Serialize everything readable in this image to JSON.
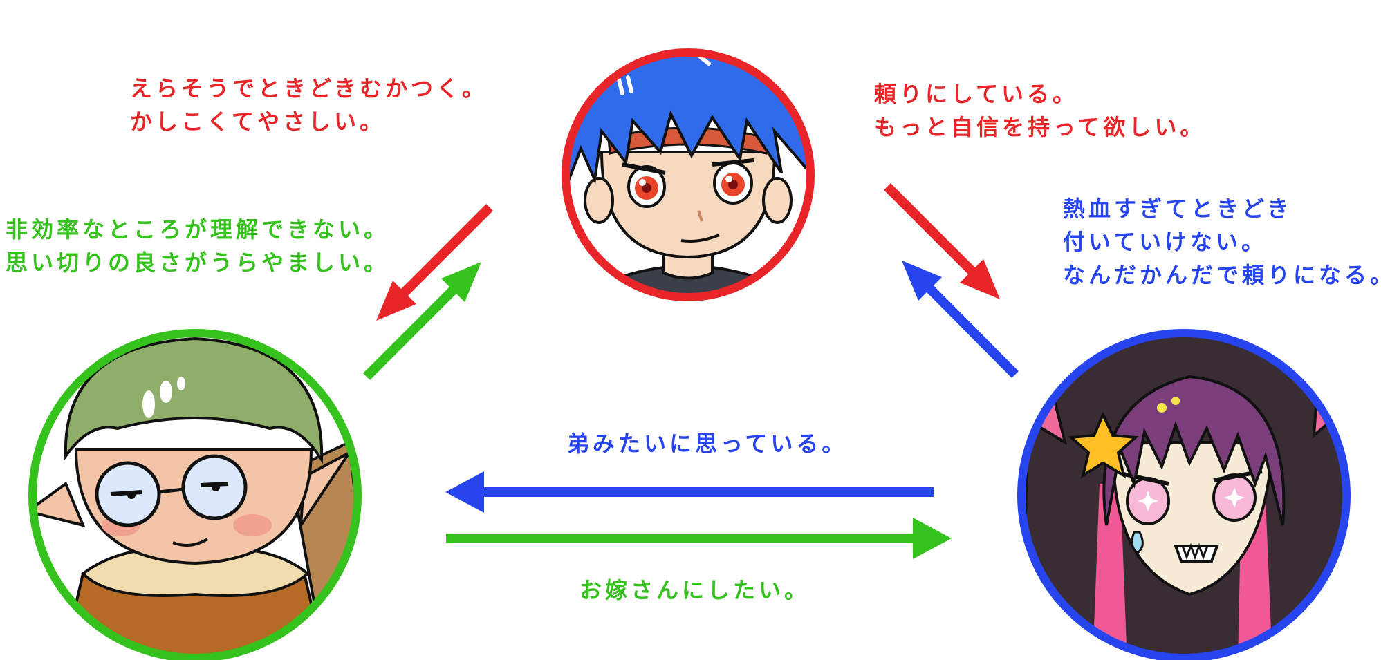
{
  "colors": {
    "red": "#e8262a",
    "green": "#35c21d",
    "blue": "#2745ef"
  },
  "characters": {
    "top": {
      "icon": "blue-haired-boy-portrait",
      "ring_color": "#e8262a"
    },
    "left": {
      "icon": "green-haired-elf-with-glasses-portrait",
      "ring_color": "#35c21d"
    },
    "right": {
      "icon": "hooded-purple-haired-girl-portrait",
      "ring_color": "#2745ef"
    }
  },
  "relations": {
    "top_to_left": {
      "lines": [
        "えらそうでときどきむかつく。",
        "かしこくてやさしい。"
      ],
      "color": "#e8262a"
    },
    "left_to_top": {
      "lines": [
        "非効率なところが理解できない。",
        "思い切りの良さがうらやましい。"
      ],
      "color": "#35c21d"
    },
    "top_to_right": {
      "lines": [
        "頼りにしている。",
        "もっと自信を持って欲しい。"
      ],
      "color": "#e8262a"
    },
    "right_to_top": {
      "lines": [
        "熱血すぎてときどき",
        "付いていけない。",
        "なんだかんだで頼りになる。"
      ],
      "color": "#2745ef"
    },
    "right_to_left": {
      "lines": [
        "弟みたいに思っている。"
      ],
      "color": "#2745ef"
    },
    "left_to_right": {
      "lines": [
        "お嫁さんにしたい。"
      ],
      "color": "#35c21d"
    }
  }
}
